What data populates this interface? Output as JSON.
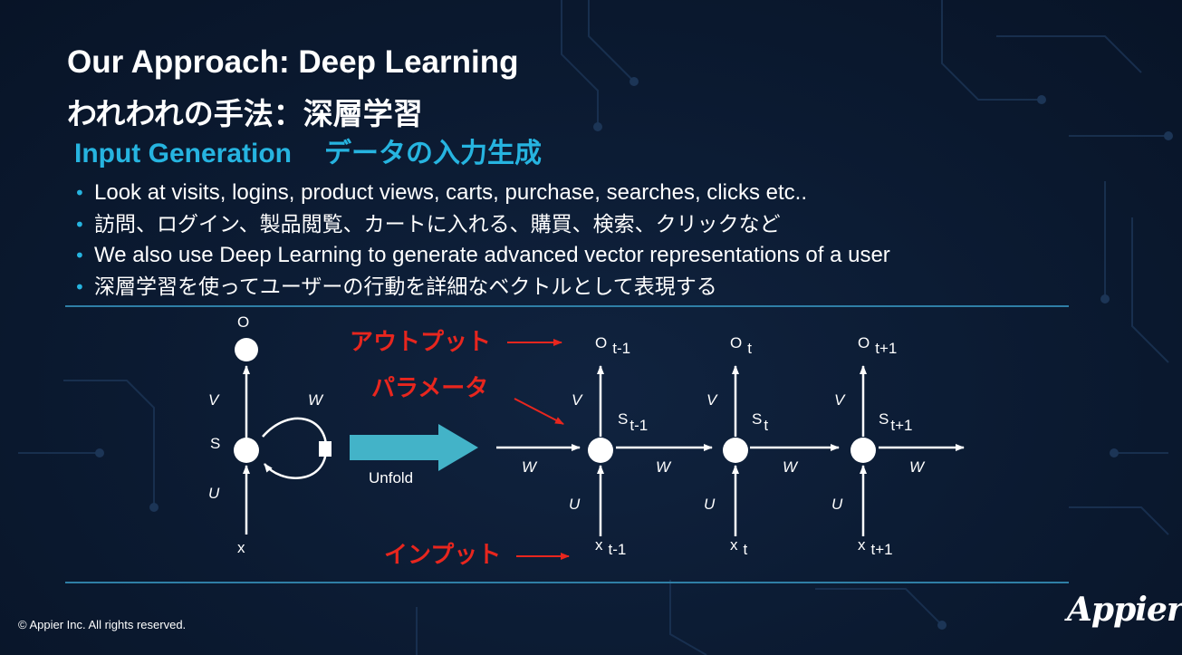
{
  "slide": {
    "title": "Our Approach: Deep Learning",
    "title_ja": "われわれの手法：深層学習",
    "subtitle_en": "Input Generation",
    "subtitle_ja": "データの入力生成",
    "bullets": [
      "Look at visits, logins, product views, carts, purchase, searches, clicks etc..",
      "訪問、ログイン、製品閲覧、カートに入れる、購買、検索、クリックなど",
      "We also use Deep Learning to generate advanced vector representations of a user",
      "深層学習を使ってユーザーの行動を詳細なベクトルとして表現する"
    ],
    "bullet_glyph": "•"
  },
  "diagram": {
    "folded": {
      "output": "O",
      "state": "S",
      "input": "x",
      "v": "V",
      "w": "W",
      "u": "U"
    },
    "unfold_label": "Unfold",
    "steps": [
      {
        "o": "O",
        "o_sub": "t-1",
        "s": "S",
        "s_sub": "t-1",
        "x": "x",
        "x_sub": "t-1",
        "v": "V",
        "u": "U"
      },
      {
        "o": "O",
        "o_sub": "t",
        "s": "S",
        "s_sub": "t",
        "x": "x",
        "x_sub": "t",
        "v": "V",
        "u": "U"
      },
      {
        "o": "O",
        "o_sub": "t+1",
        "s": "S",
        "s_sub": "t+1",
        "x": "x",
        "x_sub": "t+1",
        "v": "V",
        "u": "U"
      }
    ],
    "w_labels": [
      "W",
      "W",
      "W",
      "W"
    ],
    "annotations": {
      "output": "アウトプット",
      "parameter": "パラメータ",
      "input": "インプット"
    },
    "colors": {
      "accent": "#26b4e0",
      "annotation": "#e8261e",
      "unfold_arrow": "#43b3c8"
    }
  },
  "footer": {
    "copyright": "© Appier Inc. All rights reserved.",
    "logo": "Appier"
  }
}
